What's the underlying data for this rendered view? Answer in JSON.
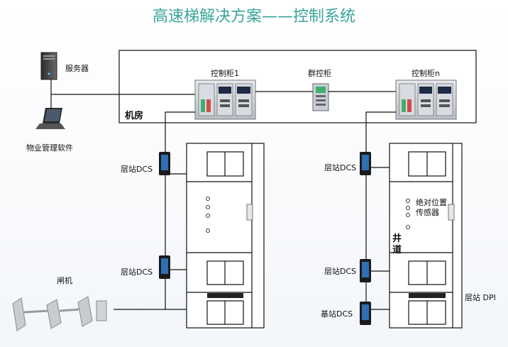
{
  "title": "高速梯解决方案——控制系统",
  "labels": {
    "server": "服务器",
    "software": "物业管理软件",
    "machine_room": "机房",
    "cabinet_1": "控制柜1",
    "group_control": "群控柜",
    "cabinet_n": "控制柜n",
    "landing_dcs_left_top": "层站DCS",
    "landing_dcs_left_bottom": "层站DCS",
    "gate": "闸机",
    "landing_dcs_right_top": "层站DCS",
    "landing_dcs_right_bottom": "层站DCS",
    "base_dcs": "基站DCS",
    "sensor_line1": "绝对位置",
    "sensor_line2": "传感器",
    "shaft_line1": "井",
    "shaft_line2": "道",
    "landing_dpi": "层站 DPI"
  },
  "colors": {
    "title": "#3aa59b",
    "cabinet": "#c9ced6",
    "screen": "#1f2a44",
    "panel_green": "#3fb06a"
  },
  "icons": [
    "server-icon",
    "laptop-icon",
    "control-cabinet-icon",
    "group-control-cabinet-icon",
    "landing-dcs-terminal-icon",
    "turnstile-gate-icon"
  ]
}
